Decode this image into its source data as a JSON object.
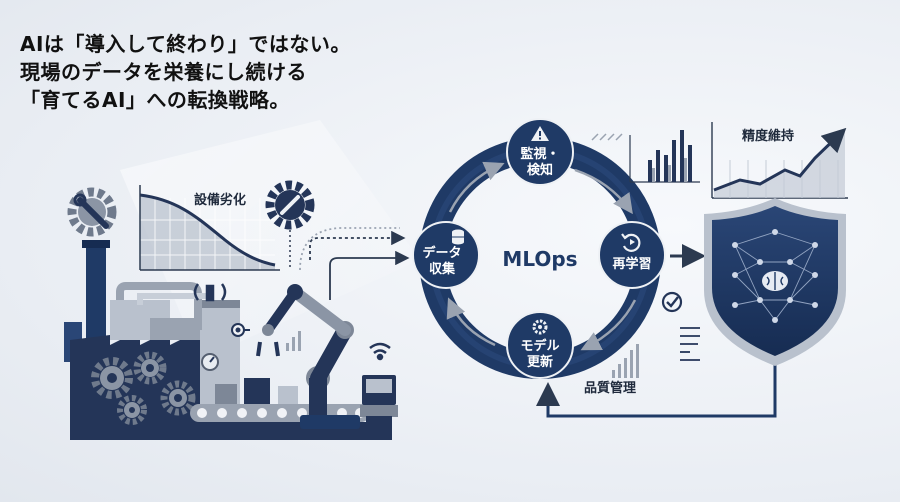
{
  "headline": {
    "line1": "AIは「導入して終わり」ではない。",
    "line2": "現場のデータを栄養にし続ける",
    "line3": "「育てるAI」への転換戦略。"
  },
  "labels": {
    "degradation": "設備劣化",
    "precision": "精度維持",
    "quality": "品質管理"
  },
  "cycle": {
    "center": "MLOps",
    "monitor": [
      "監視・",
      "検知"
    ],
    "retrain": "再学習",
    "update": [
      "モデル",
      "更新"
    ],
    "collect": [
      "データ",
      "収集"
    ]
  },
  "icons": {
    "monitor": "warning-icon",
    "retrain": "refresh-icon",
    "update": "gear-icon",
    "collect": "database-icon",
    "shield": "shield-brain-icon",
    "check": "check-circle-icon"
  },
  "colors": {
    "navy": "#1f3a66",
    "dark": "#243558",
    "gray": "#b9c1cd",
    "mid": "#7d8797",
    "light": "#dde2ea"
  }
}
